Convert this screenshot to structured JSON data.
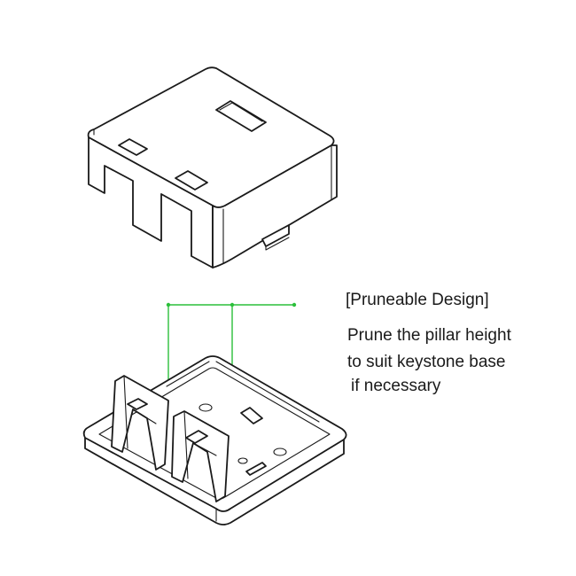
{
  "annotation": {
    "title": "[Pruneable Design]",
    "lines": [
      "Prune the pillar height",
      "to suit keystone base",
      "if necessary"
    ]
  },
  "colors": {
    "line": "#1a1a1a",
    "dimension": "#2bbf3a",
    "background": "#ffffff"
  }
}
